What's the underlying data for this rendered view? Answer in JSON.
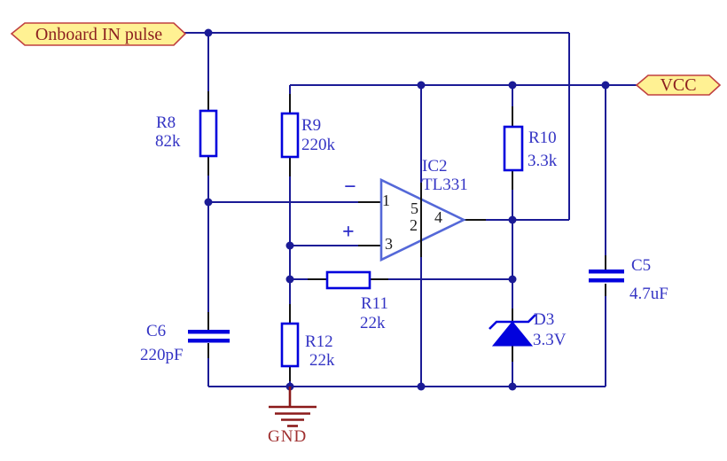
{
  "flags": {
    "onboard": {
      "label": "Onboard IN pulse"
    },
    "vcc": {
      "label": "VCC"
    }
  },
  "ic": {
    "ref": "IC2",
    "part": "TL331",
    "pin_inverting": "1",
    "pin_noninverting": "3",
    "pin_vplus": "5",
    "pin_gnd": "2",
    "pin_out": "4",
    "minus_sign": "−",
    "plus_sign": "+"
  },
  "components": {
    "r8": {
      "ref": "R8",
      "value": "82k"
    },
    "r9": {
      "ref": "R9",
      "value": "220k"
    },
    "r10": {
      "ref": "R10",
      "value": "3.3k"
    },
    "r11": {
      "ref": "R11",
      "value": "22k"
    },
    "r12": {
      "ref": "R12",
      "value": "22k"
    },
    "c5": {
      "ref": "C5",
      "value": "4.7uF"
    },
    "c6": {
      "ref": "C6",
      "value": "220pF"
    },
    "d3": {
      "ref": "D3",
      "value": "3.3V"
    }
  },
  "ground": {
    "label": "GND"
  },
  "colors": {
    "wire": "#1B1B96",
    "component": "#0202DD",
    "opamp_stroke": "#5468D8",
    "label_blue": "#3434C4",
    "dark_red": "#8C1F1F",
    "gnd_red": "#8B1A1A",
    "flag_fill": "#FFF193",
    "flag_border": "#C04040"
  }
}
